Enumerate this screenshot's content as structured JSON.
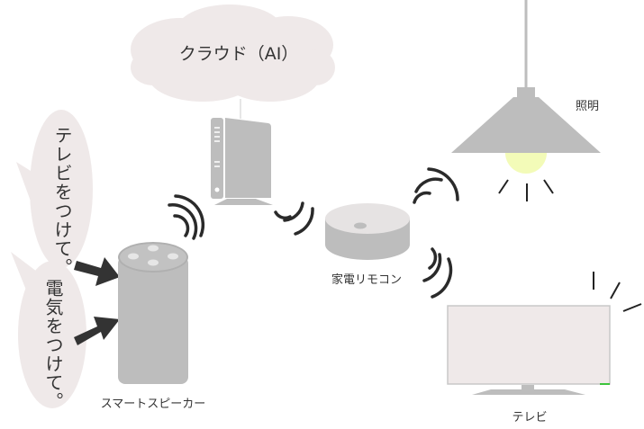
{
  "cloud": {
    "label": "クラウド（AI）"
  },
  "bubbles": [
    "テレビをつけて。",
    "電気をつけて。"
  ],
  "devices": {
    "speaker": "スマートスピーカー",
    "remote": "家電リモコン",
    "light": "照明",
    "tv": "テレビ"
  },
  "colors": {
    "device": "#bdbdbd",
    "bubble": "#efe9e9",
    "bulb": "#f3fbb8",
    "indicator": "#3cc43c",
    "wave": "#2a2a2a"
  }
}
